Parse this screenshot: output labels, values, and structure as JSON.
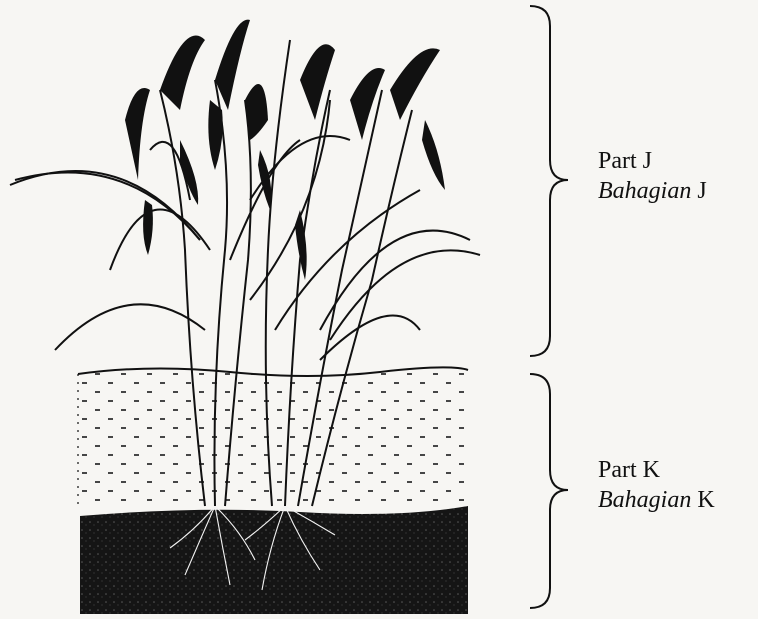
{
  "parts": [
    {
      "id": "J",
      "english": "Part J",
      "malay_word": "Bahagian",
      "malay_suffix": " J"
    },
    {
      "id": "K",
      "english": "Part K",
      "malay_word": "Bahagian",
      "malay_suffix": " K"
    }
  ],
  "colors": {
    "ink": "#111111",
    "paper": "#f7f6f3",
    "water_dash": "#1a1a1a",
    "soil": "#151515"
  }
}
